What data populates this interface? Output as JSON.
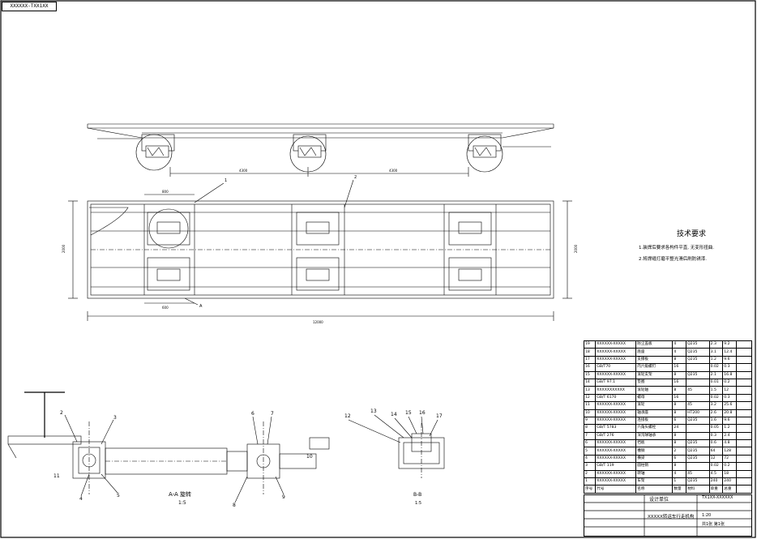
{
  "drawing": {
    "code_tab": "XXXXXX-TXX1XX",
    "technical_requirements": {
      "heading": "技术要求",
      "items": [
        "1.装焊后要求各构件平直, 无变形扭曲.",
        "2.将焊缝打磨平整光滑后刷防锈漆."
      ]
    },
    "plan_view": {
      "dim_overall": "12000",
      "dim_height": "2000",
      "dim_spacing_1": "4300",
      "dim_spacing_2": "4300",
      "dim_left_offset": "800",
      "dim_bottom_offset": "600",
      "leader_1": "1",
      "leader_2": "2",
      "leader_3": "A"
    },
    "section_a": {
      "title": "A-A  旋转",
      "scale": "1:5",
      "markers": [
        "2",
        "3",
        "4",
        "5",
        "6",
        "7",
        "8",
        "9",
        "10",
        "11"
      ]
    },
    "section_b": {
      "title": "B-B",
      "scale": "1:5",
      "markers": [
        "12",
        "13",
        "14",
        "15",
        "16",
        "17"
      ]
    },
    "bom": {
      "rows": [
        [
          "19",
          "XXXXXX-XXXXX",
          "防尘盖板",
          "4",
          "Q235",
          "2.3",
          "9.2"
        ],
        [
          "18",
          "XXXXXX-XXXXX",
          "底座",
          "4",
          "Q235",
          "3.1",
          "12.4"
        ],
        [
          "17",
          "XXXXXX-XXXXX",
          "支撑板",
          "8",
          "Q235",
          "1.2",
          "9.6"
        ],
        [
          "16",
          "GB/T70",
          "内六角螺钉",
          "16",
          "",
          "0.02",
          "0.3"
        ],
        [
          "15",
          "XXXXXX-XXXXX",
          "滚轮支架",
          "8",
          "Q235",
          "2.1",
          "16.8"
        ],
        [
          "14",
          "GB/T 97.1",
          "垫圈",
          "16",
          "",
          "0.01",
          "0.2"
        ],
        [
          "13",
          "XXXXXXXXXXX",
          "滚轮轴",
          "8",
          "45",
          "1.5",
          "12"
        ],
        [
          "12",
          "GB/T 6170",
          "螺母",
          "16",
          "",
          "0.02",
          "0.3"
        ],
        [
          "11",
          "XXXXXX-XXXXX",
          "滚轮",
          "8",
          "45",
          "3.2",
          "25.6"
        ],
        [
          "10",
          "XXXXXX-XXXXX",
          "轴承座",
          "8",
          "HT200",
          "2.6",
          "20.8"
        ],
        [
          "9",
          "XXXXXX-XXXXX",
          "连接板",
          "6",
          "Q235",
          "1.6",
          "9.6"
        ],
        [
          "8",
          "GB/T 5783",
          "六角头螺栓",
          "24",
          "",
          "0.05",
          "1.2"
        ],
        [
          "7",
          "GB/T 276",
          "深沟球轴承",
          "8",
          "",
          "0.3",
          "2.4"
        ],
        [
          "6",
          "XXXXXX-XXXXX",
          "挡板",
          "8",
          "Q235",
          "0.6",
          "4.8"
        ],
        [
          "5",
          "XXXXXX-XXXXX",
          "槽钢",
          "2",
          "Q235",
          "64",
          "128"
        ],
        [
          "4",
          "XXXXXX-XXXXX",
          "横梁",
          "6",
          "Q235",
          "12",
          "72"
        ],
        [
          "3",
          "GB/T 119",
          "圆柱销",
          "8",
          "",
          "0.02",
          "0.2"
        ],
        [
          "2",
          "XXXXXX-XXXXX",
          "转轴",
          "4",
          "45",
          "4.5",
          "18"
        ],
        [
          "1",
          "XXXXXX-XXXXX",
          "车架",
          "1",
          "Q235",
          "240",
          "240"
        ]
      ],
      "header": [
        "序号",
        "代号",
        "名称",
        "数量",
        "材料",
        "单重",
        "总重"
      ]
    },
    "title_block": {
      "name": "XXXXX转运车行走机构",
      "drawing_no": "TX1XX-XXXXXX",
      "company": "设计单位",
      "scale": "1:20",
      "sheet": "共1张 第1张"
    }
  }
}
